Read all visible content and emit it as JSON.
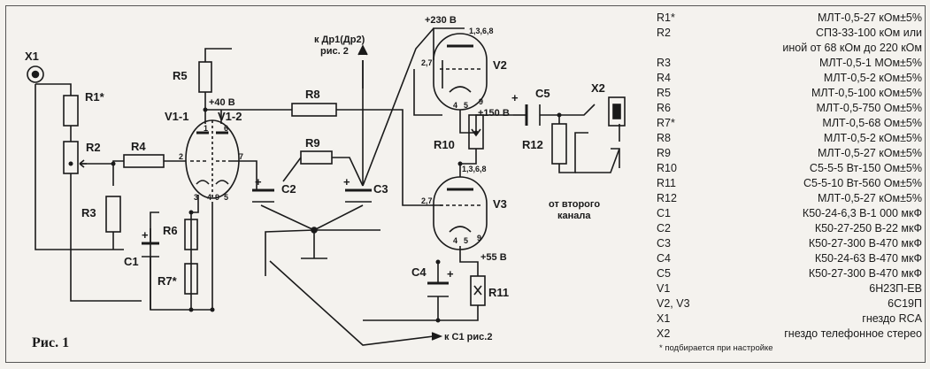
{
  "figure": {
    "caption": "Рис. 1",
    "footnote": "* подбирается при настройке"
  },
  "labels": {
    "x1": "X1",
    "x2": "X2",
    "r1": "R1*",
    "r2": "R2",
    "r3": "R3",
    "r4": "R4",
    "r5": "R5",
    "r6": "R6",
    "r7": "R7*",
    "r8": "R8",
    "r9": "R9",
    "r10": "R10",
    "r11": "R11",
    "r12": "R12",
    "c1": "C1",
    "c2": "C2",
    "c3": "C3",
    "c4": "C4",
    "c5": "C5",
    "v11": "V1-1",
    "v12": "V1-2",
    "v2": "V2",
    "v3": "V3",
    "plus": "+"
  },
  "voltages": {
    "b230": "+230 В",
    "b40": "+40 В",
    "b150": "+150 В",
    "b55": "+55 В"
  },
  "pins": {
    "v1_top1": "1",
    "v1_top6": "6",
    "v1_left2": "2",
    "v1_right7": "7",
    "v1_bot3": "3",
    "v1_bot4": "4",
    "v1_bot9": "9",
    "v1_bot5": "5",
    "v2_top": "1,3,6,8",
    "v2_left": "2,7",
    "v2_b4": "4",
    "v2_b5": "5",
    "v2_b9": "9",
    "v3_top": "1,3,6,8",
    "v3_left": "2,7",
    "v3_b4": "4",
    "v3_b5": "5",
    "v3_b9": "9"
  },
  "notes": {
    "dr_line1": "к Др1(Др2)",
    "dr_line2": "рис. 2",
    "c1_ref": "к C1 рис.2",
    "second_ch1": "от второго",
    "second_ch2": "канала"
  },
  "parts_list": [
    {
      "ref": "R1*",
      "value": "МЛТ-0,5-27 кОм±5%"
    },
    {
      "ref": "R2",
      "value": "СП3-33-100 кОм или"
    },
    {
      "ref": "",
      "value": "иной от 68 кОм до 220 кОм"
    },
    {
      "ref": "R3",
      "value": "МЛТ-0,5-1 МОм±5%"
    },
    {
      "ref": "R4",
      "value": "МЛТ-0,5-2 кОм±5%"
    },
    {
      "ref": "R5",
      "value": "МЛТ-0,5-100 кОм±5%"
    },
    {
      "ref": "R6",
      "value": "МЛТ-0,5-750 Ом±5%"
    },
    {
      "ref": "R7*",
      "value": "МЛТ-0,5-68 Ом±5%"
    },
    {
      "ref": "R8",
      "value": "МЛТ-0,5-2 кОм±5%"
    },
    {
      "ref": "R9",
      "value": "МЛТ-0,5-27 кОм±5%"
    },
    {
      "ref": "R10",
      "value": "С5-5-5 Вт-150 Ом±5%"
    },
    {
      "ref": "R11",
      "value": "С5-5-10 Вт-560 Ом±5%"
    },
    {
      "ref": "R12",
      "value": "МЛТ-0,5-27 кОм±5%"
    },
    {
      "ref": "C1",
      "value": "К50-24-6,3 В-1 000 мкФ"
    },
    {
      "ref": "C2",
      "value": "К50-27-250 В-22 мкФ"
    },
    {
      "ref": "C3",
      "value": "К50-27-300 В-470 мкФ"
    },
    {
      "ref": "C4",
      "value": "К50-24-63 В-470 мкФ"
    },
    {
      "ref": "C5",
      "value": "К50-27-300 В-470 мкФ"
    },
    {
      "ref": "V1",
      "value": "6Н23П-ЕВ"
    },
    {
      "ref": "V2, V3",
      "value": "6С19П"
    },
    {
      "ref": "X1",
      "value": "гнездо RCA"
    },
    {
      "ref": "X2",
      "value": "гнездо телефонное стерео"
    }
  ]
}
